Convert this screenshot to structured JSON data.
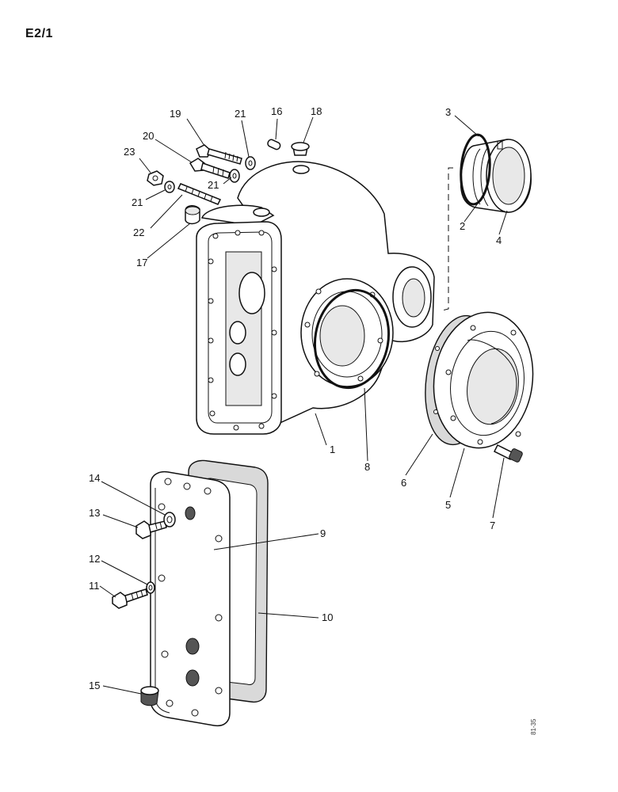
{
  "page_code": "E2/1",
  "drawing_ref": "81-35",
  "callouts": {
    "c1": "1",
    "c2": "2",
    "c3": "3",
    "c4": "4",
    "c5": "5",
    "c6": "6",
    "c7": "7",
    "c8": "8",
    "c9": "9",
    "c10": "10",
    "c11": "11",
    "c12": "12",
    "c13": "13",
    "c14": "14",
    "c15": "15",
    "c16": "16",
    "c17": "17",
    "c18": "18",
    "c19": "19",
    "c20": "20",
    "c21a": "21",
    "c21b": "21",
    "c21c": "21",
    "c22": "22",
    "c23": "23"
  }
}
